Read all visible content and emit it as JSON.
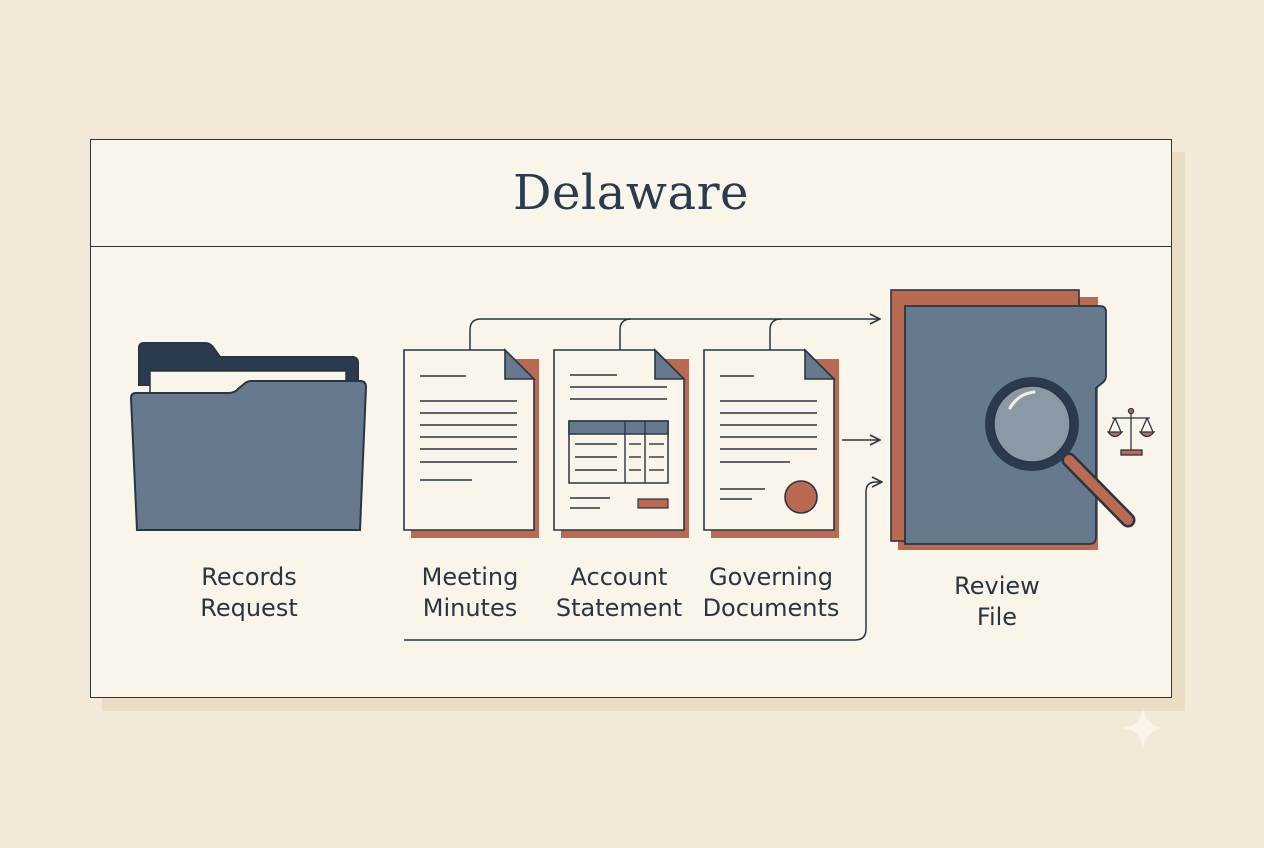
{
  "title": "Delaware",
  "nodes": {
    "records_request": [
      "Records",
      "Request"
    ],
    "meeting_minutes": [
      "Meeting",
      "Minutes"
    ],
    "account_statement": [
      "Account",
      "Statement"
    ],
    "governing_documents": [
      "Governing",
      "Documents"
    ],
    "review_file": [
      "Review",
      "File"
    ]
  },
  "icons": {
    "folder": "folder-icon",
    "minutes": "document-lines-icon",
    "statement": "document-table-icon",
    "governing": "document-seal-icon",
    "review": "folder-magnifier-icon",
    "scales": "scales-of-justice-icon"
  },
  "colors": {
    "navy": "#2b3542",
    "slate": "#67798c",
    "terracotta": "#b86a52",
    "paper": "#faf5ea",
    "background": "#f3e9d8"
  }
}
